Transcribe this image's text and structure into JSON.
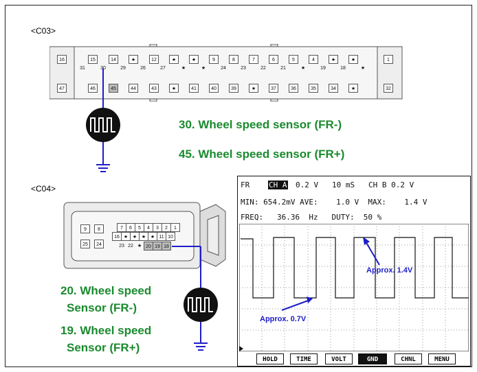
{
  "c03": {
    "label": "<C03>",
    "top_pins": [
      "16",
      "15",
      "14",
      "★",
      "12",
      "★",
      "★",
      "9",
      "8",
      "7",
      "6",
      "5",
      "4",
      "★",
      "★",
      "1"
    ],
    "mid_pins": [
      "31",
      "30",
      "29",
      "26",
      "27",
      "★",
      "★",
      "24",
      "23",
      "22",
      "21",
      "★",
      "19",
      "18",
      "★"
    ],
    "bottom_pins": [
      "47",
      "46",
      "45",
      "44",
      "43",
      "★",
      "41",
      "40",
      "39",
      "★",
      "37",
      "36",
      "35",
      "34",
      "★",
      "32"
    ]
  },
  "c04": {
    "label": "<C04>",
    "pins_left": [
      "9",
      "8",
      "25",
      "24"
    ],
    "row1": [
      "7",
      "6",
      "5",
      "4",
      "3",
      "2",
      "1"
    ],
    "row2": [
      "16",
      "★",
      "★",
      "★",
      "★",
      "11",
      "10"
    ],
    "row3": [
      "23",
      "22",
      "★",
      "20",
      "19",
      "18"
    ]
  },
  "captions": {
    "c03_line1": "30. Wheel speed sensor (FR-)",
    "c03_line2": "45. Wheel speed sensor (FR+)",
    "c04_line1a": "20. Wheel speed",
    "c04_line1b": "Sensor (FR-)",
    "c04_line2a": "19. Wheel speed",
    "c04_line2b": "Sensor (FR+)"
  },
  "scope": {
    "line1_fr": "FR",
    "line1_cha": "CH A",
    "line1_rest": "0.2 V   10 mS   CH B 0.2 V",
    "line2": "MIN: 654.2mV AVE:    1.0 V  MAX:    1.4 V",
    "line3": "FREQ:   36.36  Hz   DUTY:  50 %",
    "annotation_high": "Approx. 1.4V",
    "annotation_low": "Approx. 0.7V",
    "buttons": [
      "HOLD",
      "TIME",
      "VOLT",
      "GND",
      "CHNL",
      "MENU"
    ],
    "active_button": "GND"
  },
  "colors": {
    "wire": "#1d1dc8",
    "caption": "#1a8a2e"
  }
}
